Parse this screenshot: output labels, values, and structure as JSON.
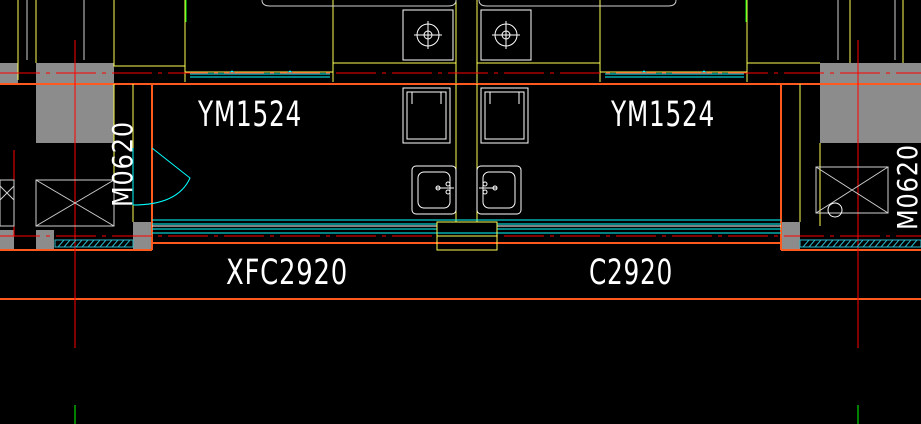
{
  "drawing": {
    "background": "#000000",
    "labels": {
      "door_left": "YM1524",
      "door_right": "YM1524",
      "window_left": "XFC2920",
      "window_right": "C2920",
      "side_left": "M0620",
      "side_right": "M0620"
    },
    "colors": {
      "axis_red": "#ff0000",
      "wall_orange": "#ff5a1e",
      "yellow": "#ffff55",
      "cyan": "#00ffff",
      "white": "#ffffff",
      "green": "#00ff00",
      "grey_column": "#8c8c8c",
      "hatch_cyan": "#2ab7c8"
    }
  }
}
